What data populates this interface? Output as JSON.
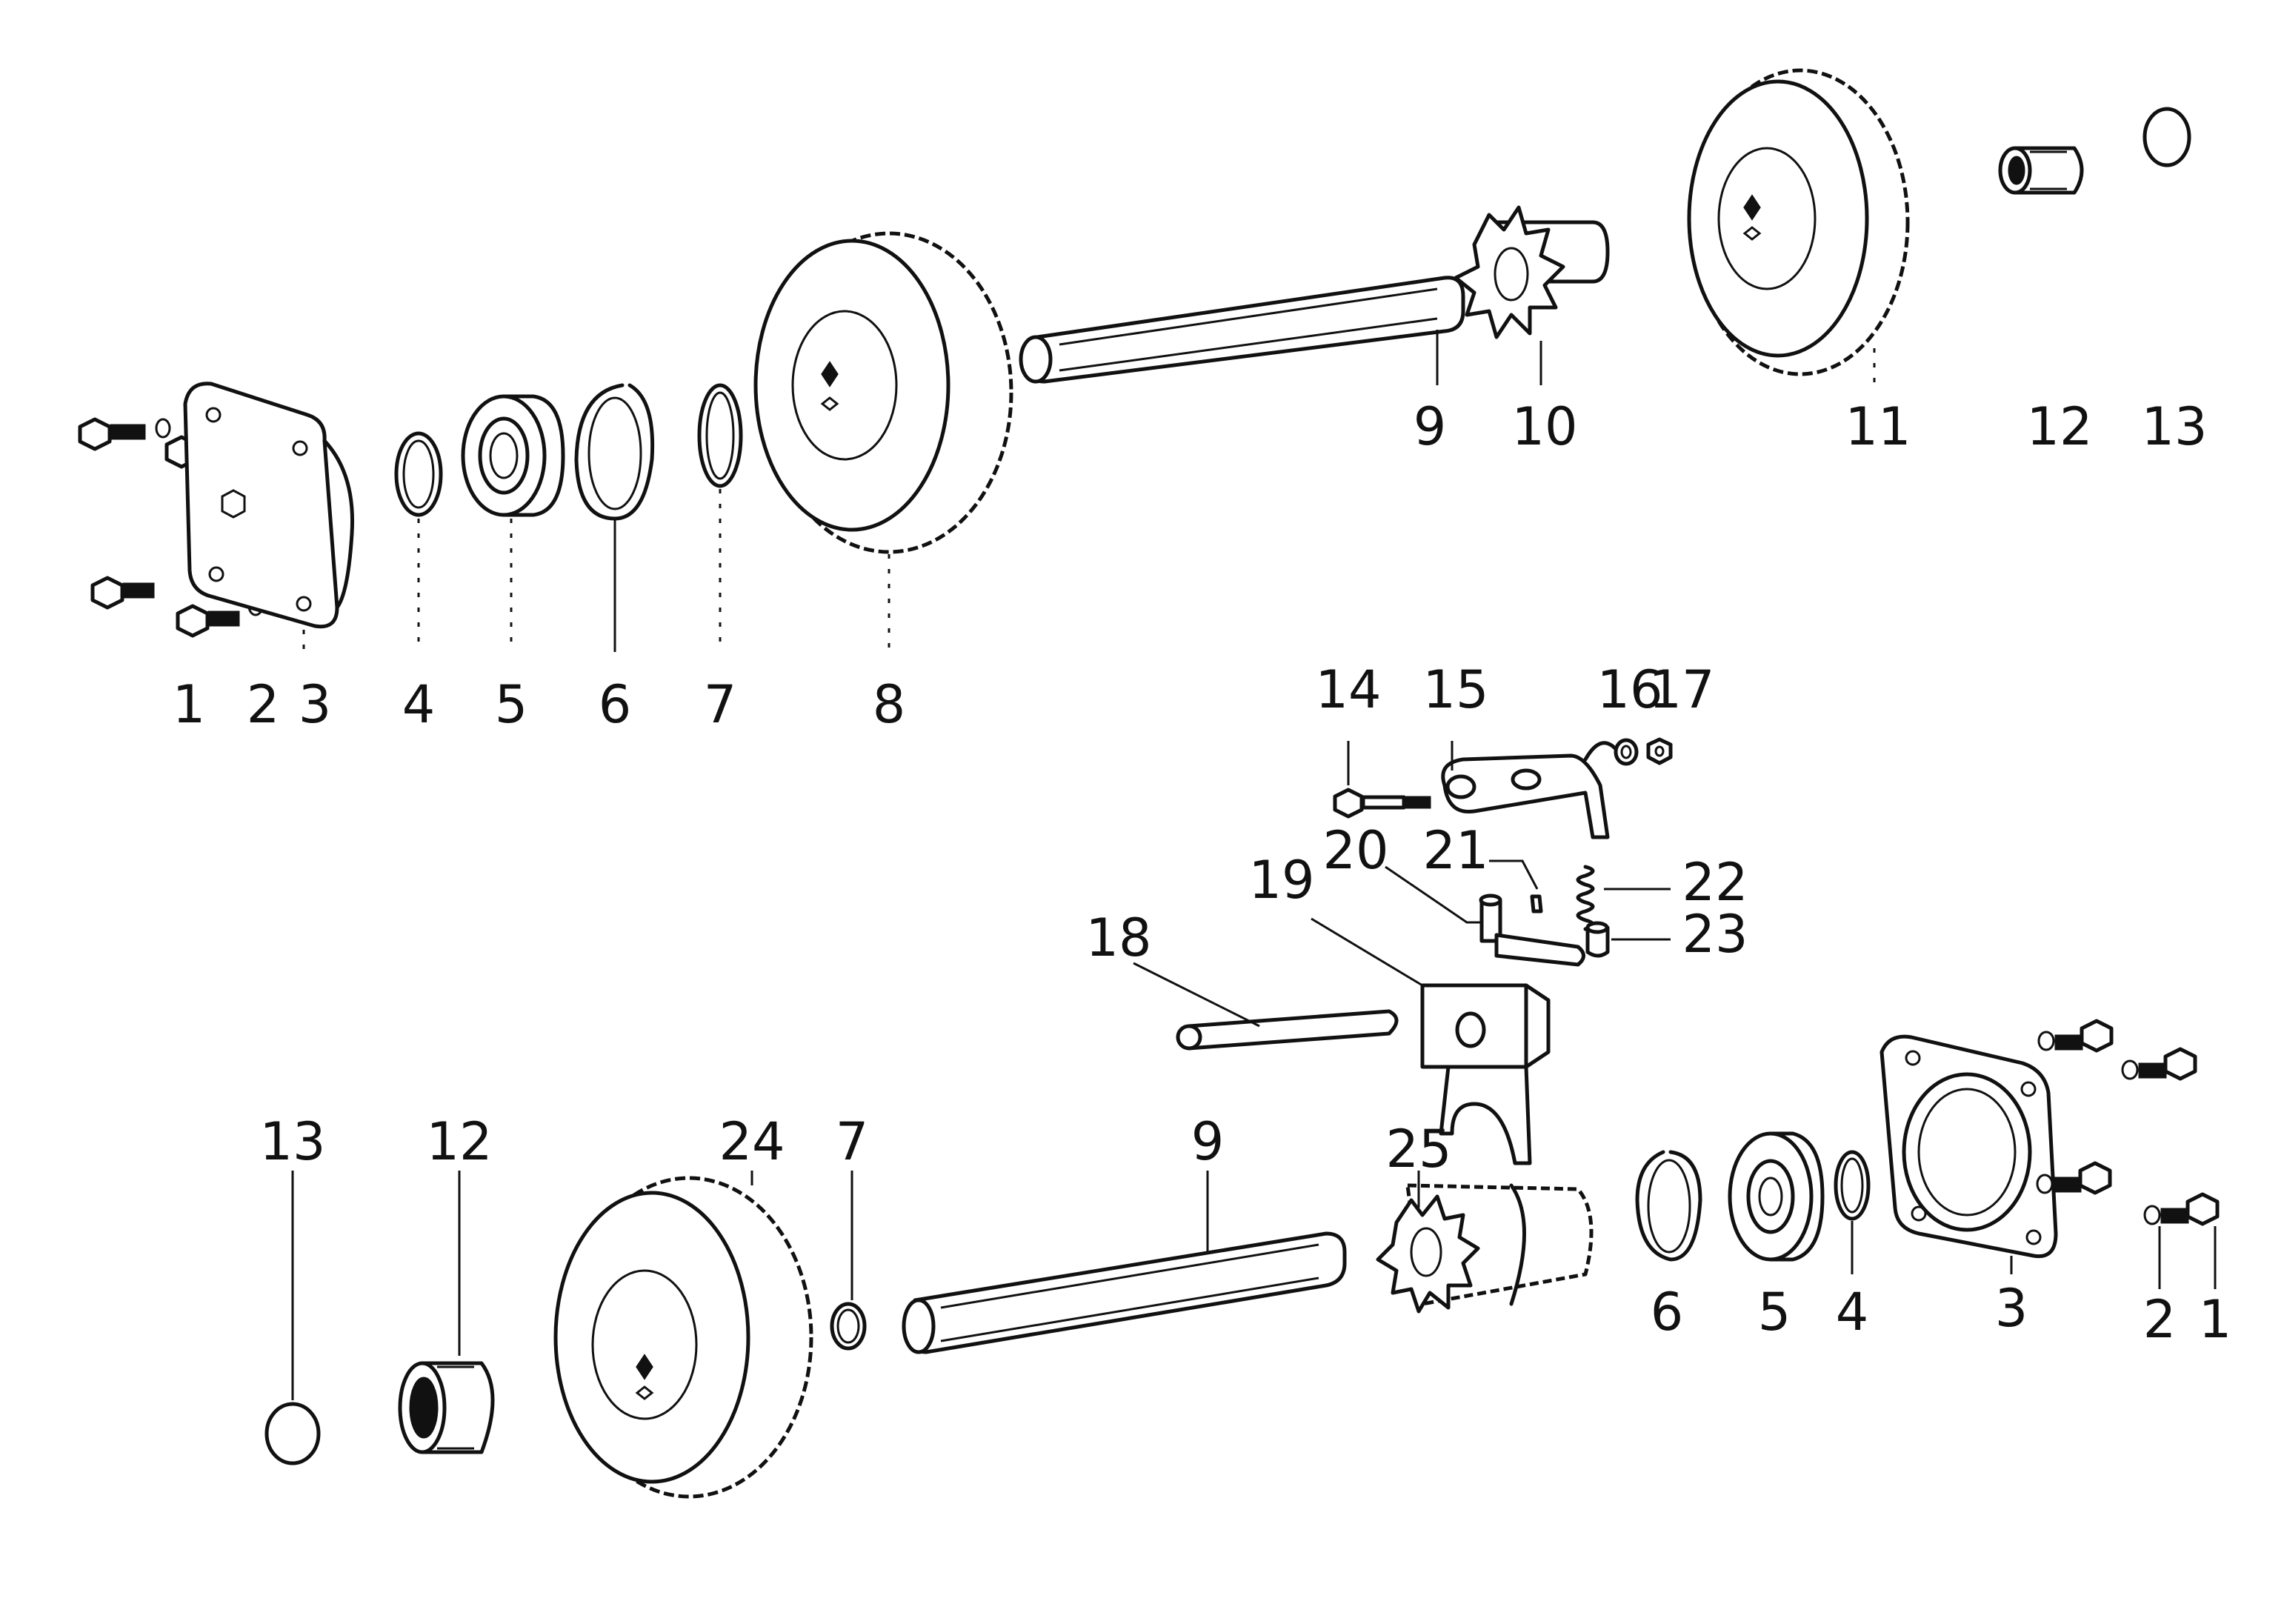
{
  "callouts": {
    "c1a": "1",
    "c2a": "2",
    "c3a": "3",
    "c4a": "4",
    "c5a": "5",
    "c6a": "6",
    "c7a": "7",
    "c8": "8",
    "c9a": "9",
    "c10": "10",
    "c11": "11",
    "c12a": "12",
    "c13a": "13",
    "c14": "14",
    "c15": "15",
    "c16": "16",
    "c17": "17",
    "c18": "18",
    "c19": "19",
    "c20": "20",
    "c21": "21",
    "c22": "22",
    "c23": "23",
    "c13b": "13",
    "c12b": "12",
    "c24": "24",
    "c7b": "7",
    "c9b": "9",
    "c25": "25",
    "c6b": "6",
    "c5b": "5",
    "c4b": "4",
    "c3b": "3",
    "c2b": "2",
    "c1b": "1"
  }
}
